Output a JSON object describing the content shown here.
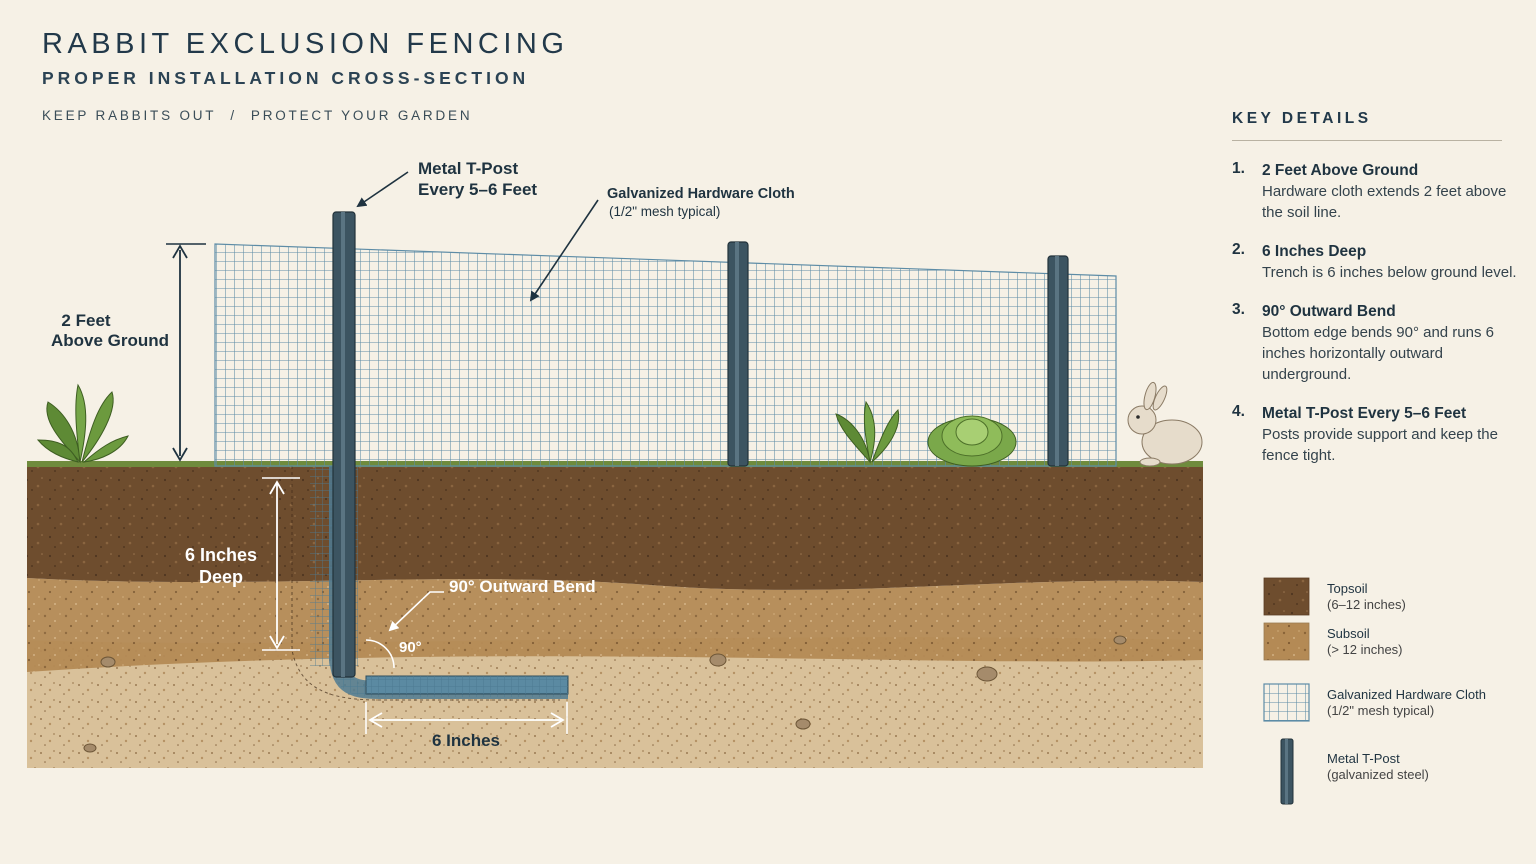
{
  "header": {
    "title": "RABBIT EXCLUSION FENCING",
    "subtitle": "PROPER INSTALLATION CROSS-SECTION",
    "tagline_left": "KEEP RABBITS OUT",
    "tagline_sep": "/",
    "tagline_right": "PROTECT YOUR GARDEN"
  },
  "diagram": {
    "post_label_line1": "Metal T-Post",
    "post_label_line2": "Every 5–6 Feet",
    "cloth_label": "Galvanized Hardware Cloth",
    "cloth_sub": "(1/2\" mesh typical)",
    "height_label_line1": "2 Feet",
    "height_label_line2": "Above Ground",
    "depth_label_line1": "6 Inches",
    "depth_label_line2": "Deep",
    "bend_label": "90° Outward Bend",
    "angle_label": "90°",
    "outward_label": "6 Inches"
  },
  "key": {
    "title": "KEY DETAILS",
    "items": [
      {
        "num": "1.",
        "head": "2 Feet Above Ground",
        "desc": "Hardware cloth extends 2 feet above the soil line."
      },
      {
        "num": "2.",
        "head": "6 Inches Deep",
        "desc": "Trench is 6 inches below ground level."
      },
      {
        "num": "3.",
        "head": "90° Outward Bend",
        "desc": "Bottom edge bends 90° and runs 6 inches horizontally outward underground."
      },
      {
        "num": "4.",
        "head": "Metal T-Post Every 5–6 Feet",
        "desc": "Posts provide support and keep the fence tight."
      }
    ]
  },
  "legend": [
    {
      "label": "Topsoil",
      "sub": "(6–12 inches)",
      "icon": "topsoil-swatch"
    },
    {
      "label": "Subsoil",
      "sub": "(> 12 inches)",
      "icon": "subsoil-swatch"
    },
    {
      "label": "Galvanized Hardware Cloth",
      "sub": "(1/2\" mesh typical)",
      "icon": "mesh-swatch"
    },
    {
      "label": "Metal T-Post",
      "sub": "(galvanized steel)",
      "icon": "post-swatch"
    }
  ],
  "colors": {
    "background": "#f6f1e6",
    "topsoil": "#6b4a2c",
    "subsoil": "#c19a66",
    "mesh": "#4f7f98",
    "post": "#3c5461",
    "text": "#1f3340"
  }
}
